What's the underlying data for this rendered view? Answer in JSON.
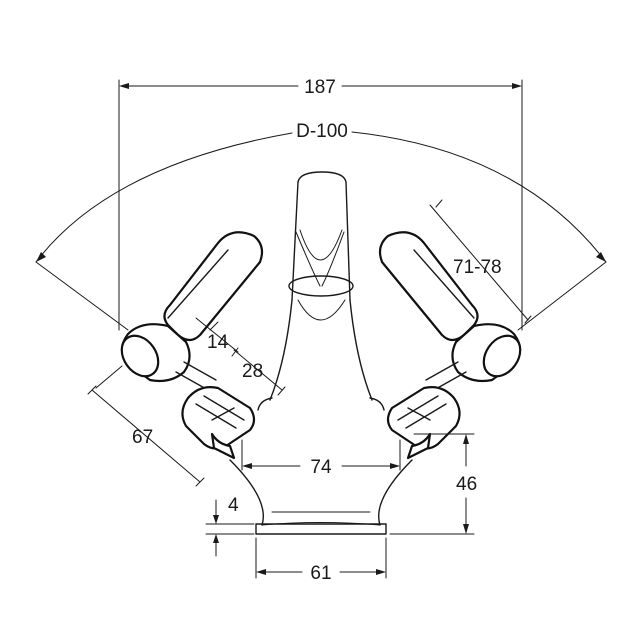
{
  "dimensions": {
    "overall_width": "187",
    "swing_diameter": "D-100",
    "handle_length": "71-78",
    "handle_offset": "14",
    "handle_gap": "28",
    "handle_reach": "67",
    "centers": "74",
    "body_height": "46",
    "base_thickness": "4",
    "base_width": "61"
  },
  "colors": {
    "line": "#1a1a1a",
    "background": "#ffffff"
  }
}
